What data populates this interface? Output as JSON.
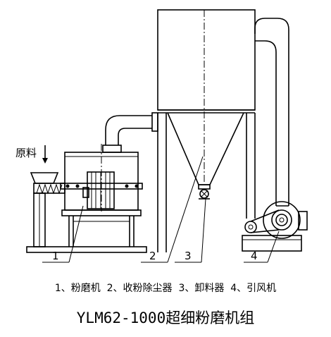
{
  "diagram": {
    "raw_material_label": "原料",
    "callouts": [
      "1",
      "2",
      "3",
      "4"
    ],
    "legend": "1、粉磨机  2、收粉除尘器  3、卸料器  4、引风机",
    "title": "YLM62-1000超细粉磨机组"
  }
}
